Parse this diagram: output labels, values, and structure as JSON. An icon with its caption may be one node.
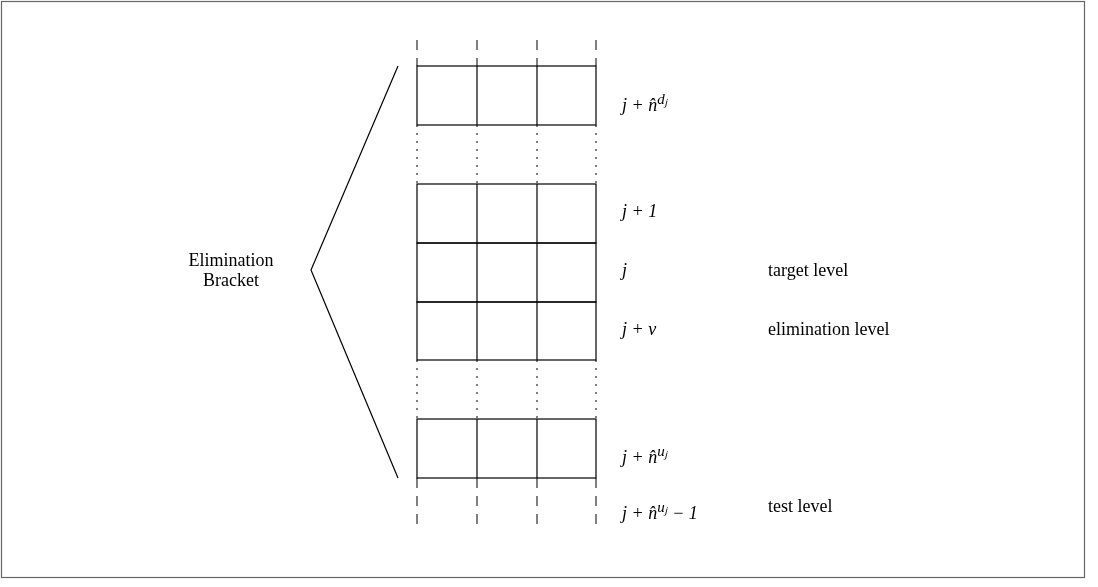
{
  "diagram": {
    "labels": [
      "j + n̂$^{dⱼ}$",
      "j + 1",
      "Elimination Bracket",
      "j",
      "target level",
      "j + ν",
      "elimination level",
      "j + n̂$^{uⱼ}$",
      "j + n̂$^{uⱼ}$ − 1",
      "test level"
    ]
  }
}
